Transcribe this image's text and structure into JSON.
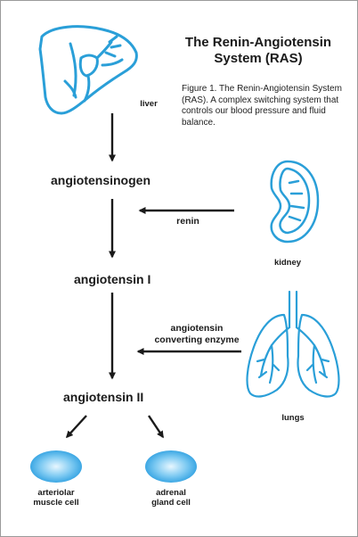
{
  "title_line1": "The Renin-Angiotensin",
  "title_line2": "System (RAS)",
  "caption": "Figure 1. The Renin-Angiotensin System (RAS). A complex switching system that controls our blood pressure and fluid balance.",
  "organs": {
    "liver": "liver",
    "kidney": "kidney",
    "lungs": "lungs"
  },
  "molecules": {
    "m1": "angiotensinogen",
    "m2": "angiotensin I",
    "m3": "angiotensin II"
  },
  "enzymes": {
    "renin": "renin",
    "ace_line1": "angiotensin",
    "ace_line2": "converting enzyme"
  },
  "targets": {
    "t1_line1": "arteriolar",
    "t1_line2": "muscle cell",
    "t2_line1": "adrenal",
    "t2_line2": "gland cell"
  },
  "colors": {
    "organ_stroke": "#2a9fd8",
    "arrow": "#1a1a1a",
    "cell_fill": "#36a9e6"
  }
}
